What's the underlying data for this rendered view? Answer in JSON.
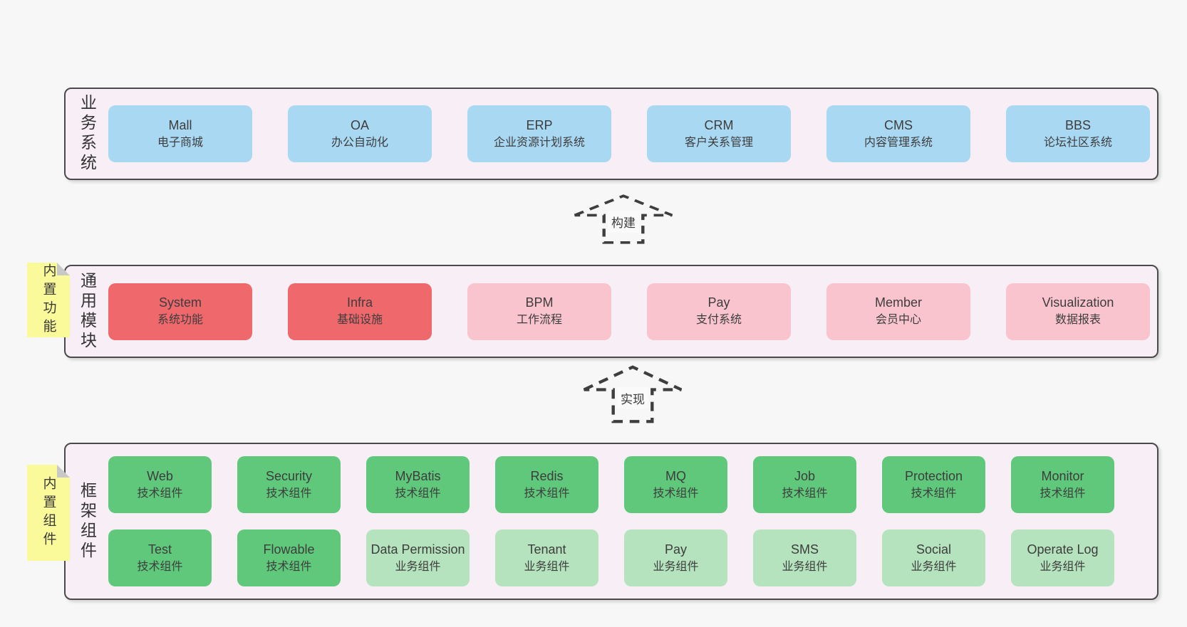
{
  "colors": {
    "layerBg": "#f8eef6",
    "border": "#4a4a4a",
    "text": "#3d3d3d",
    "arrow": "#3e3e3e",
    "blue": "#a9d8f2",
    "red": "#ee686c",
    "pink": "#f9c4cd",
    "green": "#5fc87b",
    "greenLight": "#b5e3bd",
    "noteBg": "#fafa9b",
    "noteFold": "#c8c8c8"
  },
  "layers": [
    {
      "id": "business-systems",
      "label": "业务系统",
      "rows": [
        [
          {
            "name": "Mall",
            "desc": "电子商城",
            "type": "blue"
          },
          {
            "name": "OA",
            "desc": "办公自动化",
            "type": "blue"
          },
          {
            "name": "ERP",
            "desc": "企业资源计划系统",
            "type": "blue"
          },
          {
            "name": "CRM",
            "desc": "客户关系管理",
            "type": "blue"
          },
          {
            "name": "CMS",
            "desc": "内容管理系统",
            "type": "blue"
          },
          {
            "name": "BBS",
            "desc": "论坛社区系统",
            "type": "blue"
          }
        ]
      ]
    },
    {
      "id": "common-modules",
      "label": "通用模块",
      "note": "内置功能",
      "rows": [
        [
          {
            "name": "System",
            "desc": "系统功能",
            "type": "red"
          },
          {
            "name": "Infra",
            "desc": "基础设施",
            "type": "red"
          },
          {
            "name": "BPM",
            "desc": "工作流程",
            "type": "pink"
          },
          {
            "name": "Pay",
            "desc": "支付系统",
            "type": "pink"
          },
          {
            "name": "Member",
            "desc": "会员中心",
            "type": "pink"
          },
          {
            "name": "Visualization",
            "desc": "数据报表",
            "type": "pink"
          }
        ]
      ]
    },
    {
      "id": "framework-components",
      "label": "框架组件",
      "note": "内置组件",
      "rows": [
        [
          {
            "name": "Web",
            "desc": "技术组件",
            "type": "green"
          },
          {
            "name": "Security",
            "desc": "技术组件",
            "type": "green"
          },
          {
            "name": "MyBatis",
            "desc": "技术组件",
            "type": "green"
          },
          {
            "name": "Redis",
            "desc": "技术组件",
            "type": "green"
          },
          {
            "name": "MQ",
            "desc": "技术组件",
            "type": "green"
          },
          {
            "name": "Job",
            "desc": "技术组件",
            "type": "green"
          },
          {
            "name": "Protection",
            "desc": "技术组件",
            "type": "green"
          },
          {
            "name": "Monitor",
            "desc": "技术组件",
            "type": "green"
          }
        ],
        [
          {
            "name": "Test",
            "desc": "技术组件",
            "type": "green"
          },
          {
            "name": "Flowable",
            "desc": "技术组件",
            "type": "green"
          },
          {
            "name": "Data Permission",
            "desc": "业务组件",
            "type": "green-light"
          },
          {
            "name": "Tenant",
            "desc": "业务组件",
            "type": "green-light"
          },
          {
            "name": "Pay",
            "desc": "业务组件",
            "type": "green-light"
          },
          {
            "name": "SMS",
            "desc": "业务组件",
            "type": "green-light"
          },
          {
            "name": "Social",
            "desc": "业务组件",
            "type": "green-light"
          },
          {
            "name": "Operate Log",
            "desc": "业务组件",
            "type": "green-light"
          }
        ]
      ]
    }
  ],
  "arrows": [
    {
      "label": "构建"
    },
    {
      "label": "实现"
    }
  ]
}
